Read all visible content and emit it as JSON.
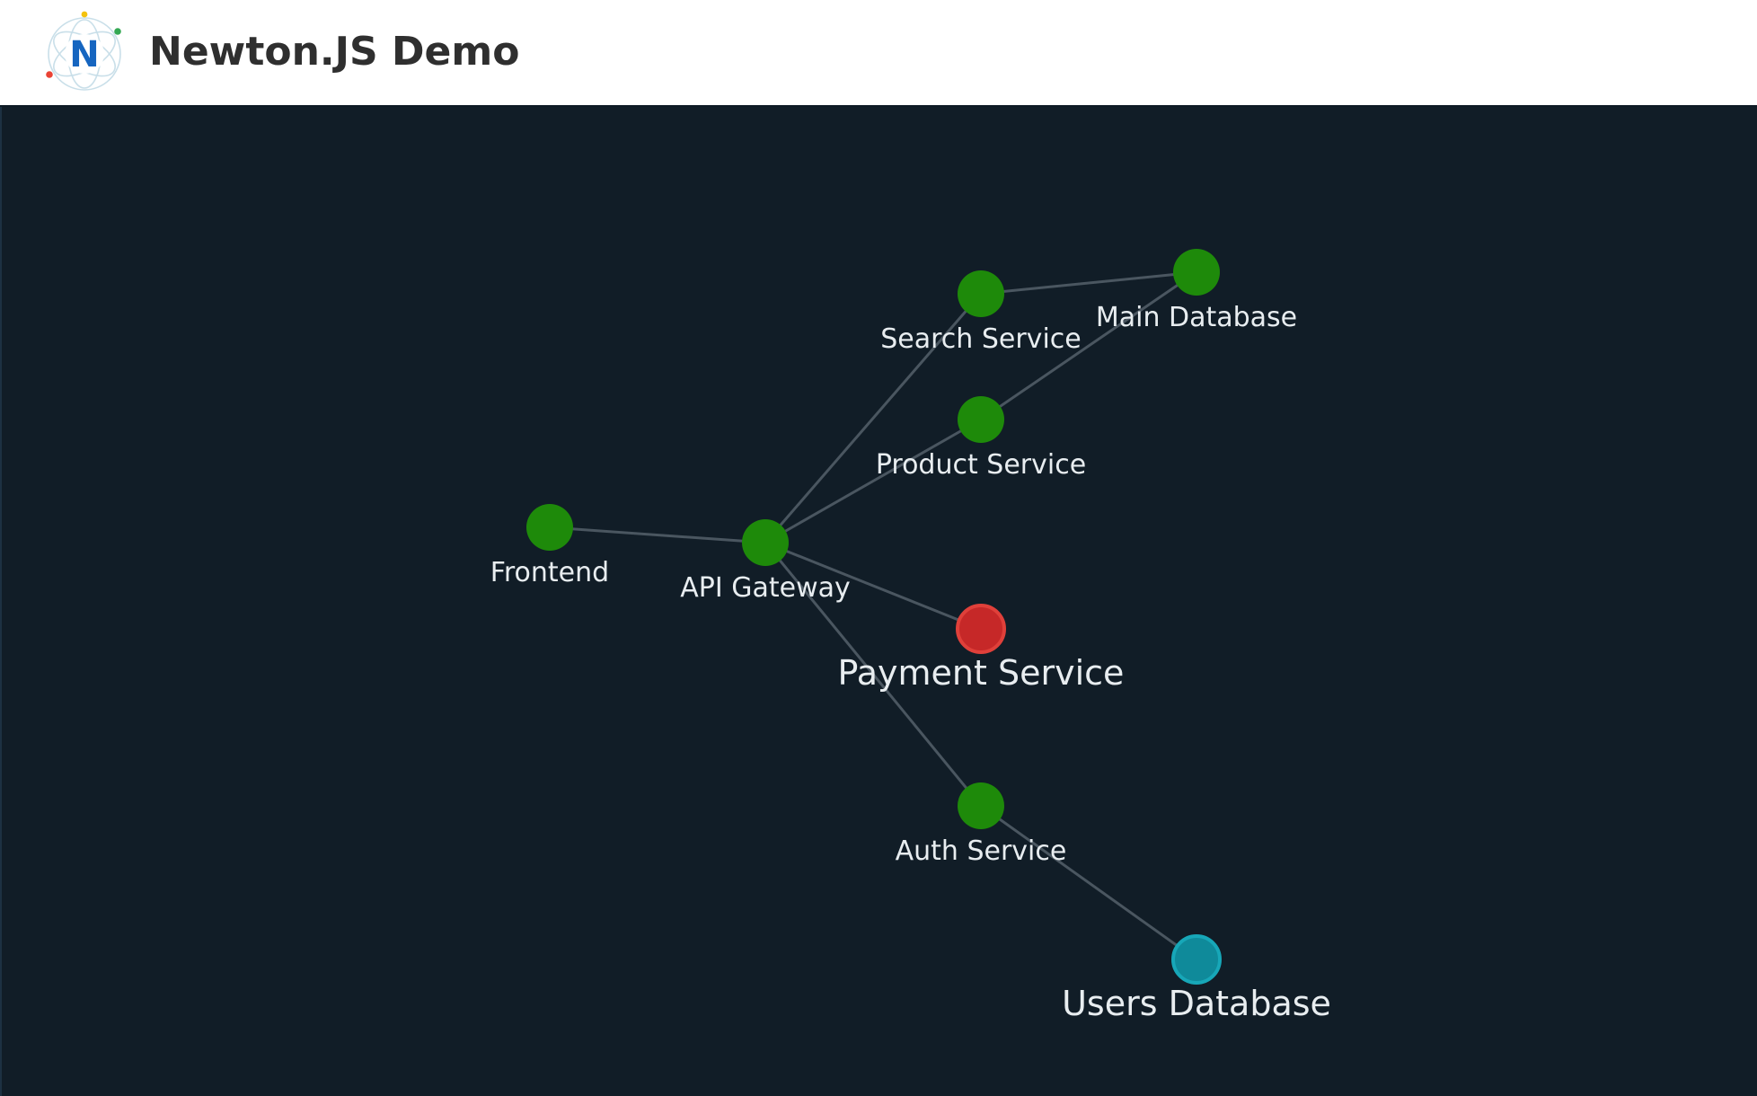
{
  "header": {
    "title": "Newton.JS Demo",
    "logo_letter": "N"
  },
  "colors": {
    "background": "#111d27",
    "edge": "#4a5660",
    "healthy": "#1e8a0a",
    "error": "#c62828",
    "database": "#0f8a9a",
    "label": "#e8edf0",
    "logo_blue": "#1565c0"
  },
  "graph": {
    "nodes": [
      {
        "id": "frontend",
        "label": "Frontend",
        "status": "healthy"
      },
      {
        "id": "api-gateway",
        "label": "API Gateway",
        "status": "healthy"
      },
      {
        "id": "search-service",
        "label": "Search Service",
        "status": "healthy"
      },
      {
        "id": "main-database",
        "label": "Main Database",
        "status": "healthy"
      },
      {
        "id": "product-service",
        "label": "Product Service",
        "status": "healthy"
      },
      {
        "id": "payment-service",
        "label": "Payment Service",
        "status": "error"
      },
      {
        "id": "auth-service",
        "label": "Auth Service",
        "status": "healthy"
      },
      {
        "id": "users-database",
        "label": "Users Database",
        "status": "selected"
      }
    ],
    "edges": [
      {
        "from": "frontend",
        "to": "api-gateway"
      },
      {
        "from": "api-gateway",
        "to": "search-service"
      },
      {
        "from": "api-gateway",
        "to": "product-service"
      },
      {
        "from": "api-gateway",
        "to": "payment-service"
      },
      {
        "from": "api-gateway",
        "to": "auth-service"
      },
      {
        "from": "search-service",
        "to": "main-database"
      },
      {
        "from": "product-service",
        "to": "main-database"
      },
      {
        "from": "auth-service",
        "to": "users-database"
      }
    ]
  }
}
